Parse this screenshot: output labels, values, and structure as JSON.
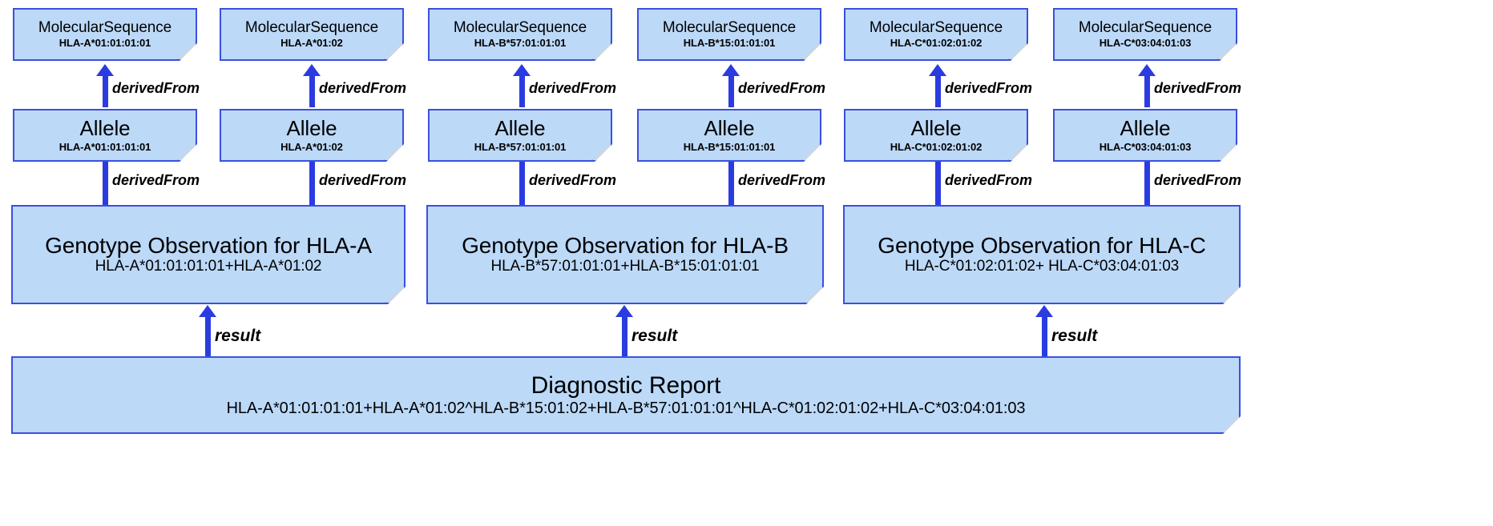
{
  "diagram": {
    "title": "HLA Genotype FHIR Resource Derivation Diagram",
    "colors": {
      "node_fill": "#bcd9f8",
      "node_border": "#3a50e0",
      "arrow": "#2a3ce0",
      "text": "#000000",
      "background": "#ffffff"
    },
    "edge_labels": {
      "derived_from": "derivedFrom",
      "result": "result"
    },
    "molecular_sequences": [
      {
        "type": "MolecularSequence",
        "value": "HLA-A*01:01:01:01"
      },
      {
        "type": "MolecularSequence",
        "value": "HLA-A*01:02"
      },
      {
        "type": "MolecularSequence",
        "value": "HLA-B*57:01:01:01"
      },
      {
        "type": "MolecularSequence",
        "value": "HLA-B*15:01:01:01"
      },
      {
        "type": "MolecularSequence",
        "value": "HLA-C*01:02:01:02"
      },
      {
        "type": "MolecularSequence",
        "value": "HLA-C*03:04:01:03"
      }
    ],
    "alleles": [
      {
        "type": "Allele",
        "value": "HLA-A*01:01:01:01"
      },
      {
        "type": "Allele",
        "value": "HLA-A*01:02"
      },
      {
        "type": "Allele",
        "value": "HLA-B*57:01:01:01"
      },
      {
        "type": "Allele",
        "value": "HLA-B*15:01:01:01"
      },
      {
        "type": "Allele",
        "value": "HLA-C*01:02:01:02"
      },
      {
        "type": "Allele",
        "value": "HLA-C*03:04:01:03"
      }
    ],
    "observations": [
      {
        "title": "Genotype Observation for HLA-A",
        "value": "HLA-A*01:01:01:01+HLA-A*01:02"
      },
      {
        "title": "Genotype Observation for HLA-B",
        "value": "HLA-B*57:01:01:01+HLA-B*15:01:01:01"
      },
      {
        "title": "Genotype Observation for HLA-C",
        "value": "HLA-C*01:02:01:02+ HLA-C*03:04:01:03"
      }
    ],
    "report": {
      "title": "Diagnostic Report",
      "value": "HLA-A*01:01:01:01+HLA-A*01:02^HLA-B*15:01:02+HLA-B*57:01:01:01^HLA-C*01:02:01:02+HLA-C*03:04:01:03"
    }
  }
}
